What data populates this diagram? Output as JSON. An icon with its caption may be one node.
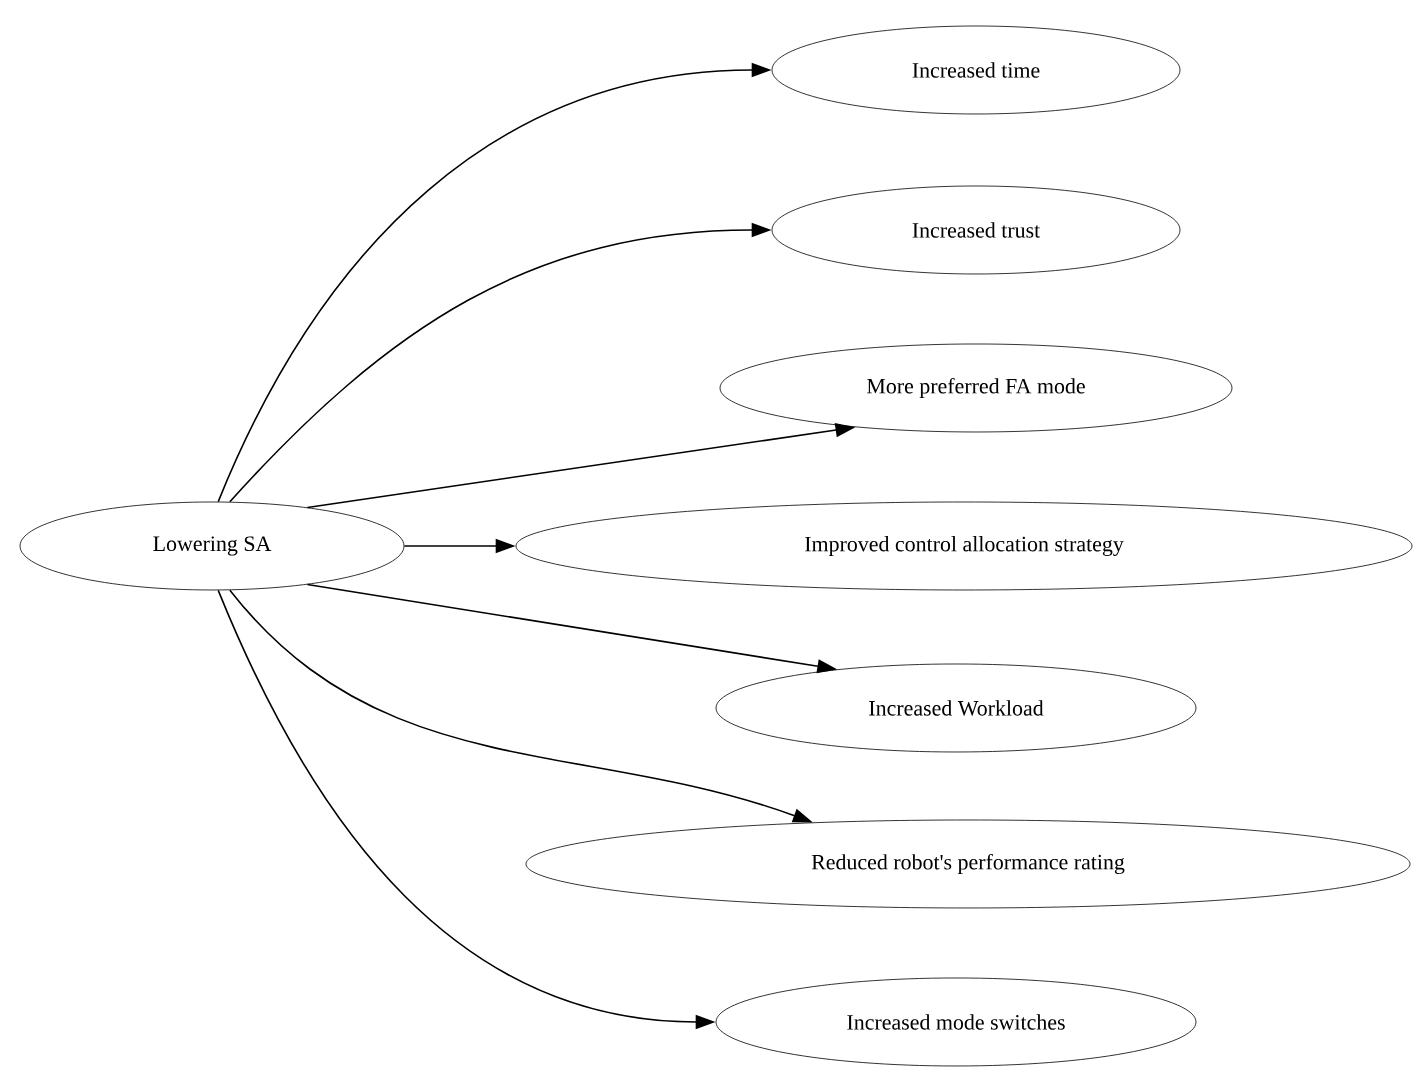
{
  "diagram": {
    "nodes": [
      {
        "text": [
          "Lowering SA"
        ]
      },
      {
        "text": [
          "Increased time"
        ]
      },
      {
        "text": [
          "Increased trust"
        ]
      },
      {
        "text": [
          "More preferred FA mode"
        ]
      },
      {
        "text": [
          "Improved control allocation strategy"
        ]
      },
      {
        "text": [
          "Increased Workload"
        ]
      },
      {
        "text": [
          "Reduced robot's performance rating"
        ]
      },
      {
        "text": [
          "Increased mode switches"
        ]
      }
    ],
    "edges": [
      {
        "from": 0,
        "to": 1,
        "arrow": "to"
      },
      {
        "from": 0,
        "to": 2,
        "arrow": "to"
      },
      {
        "from": 0,
        "to": 3,
        "arrow": "to"
      },
      {
        "from": 0,
        "to": 4,
        "arrow": "to"
      },
      {
        "from": 0,
        "to": 5,
        "arrow": "to"
      },
      {
        "from": 0,
        "to": 6,
        "arrow": "to"
      },
      {
        "from": 0,
        "to": 7,
        "arrow": "to"
      }
    ]
  }
}
